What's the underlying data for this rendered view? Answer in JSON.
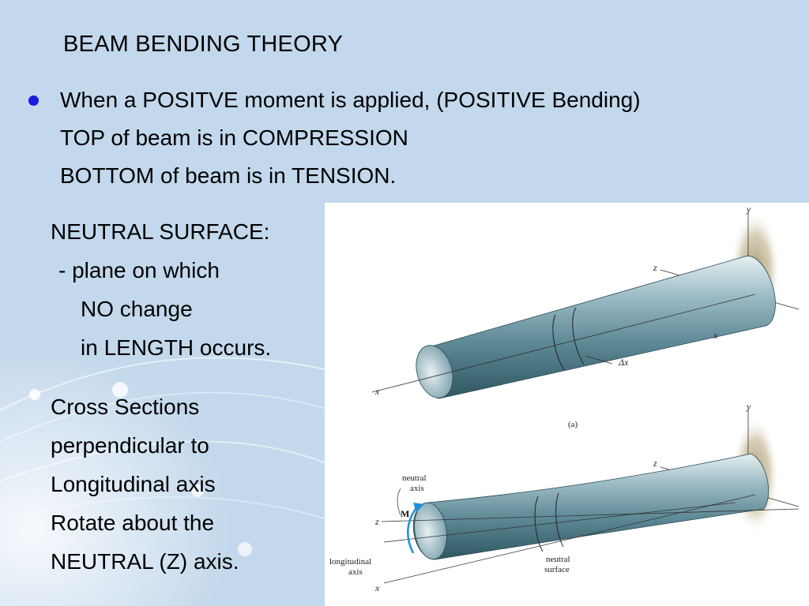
{
  "slide": {
    "title": "BEAM BENDING THEORY",
    "bullet_lines": [
      "When a POSITVE moment is applied, (POSITIVE Bending)",
      "TOP of beam is in COMPRESSION",
      "BOTTOM of beam is in TENSION."
    ],
    "neutral_surface": [
      "NEUTRAL SURFACE:",
      "- plane on which",
      "NO change",
      "in LENGTH occurs."
    ],
    "cross_sections": [
      "Cross Sections",
      "perpendicular to",
      "Longitudinal axis",
      "Rotate about the",
      "NEUTRAL (Z) axis."
    ]
  },
  "figure": {
    "top": {
      "y_axis": "y",
      "z_axis": "z",
      "x_axis_right": "x",
      "x_axis_left": "x",
      "delta": "Δx",
      "caption": "(a)"
    },
    "bottom": {
      "y_axis": "y",
      "z_axis_right": "z",
      "z_axis_left": "z",
      "x_axis": "x",
      "moment": "M",
      "neutral_axis": [
        "neutral",
        "axis"
      ],
      "longitudinal_axis": [
        "longitudinal",
        "axis"
      ],
      "neutral_surface": [
        "neutral",
        "surface"
      ]
    }
  },
  "colors": {
    "background": "#c3d8ec",
    "bullet": "#1a1ae0",
    "beam": "#6f9aa6"
  }
}
